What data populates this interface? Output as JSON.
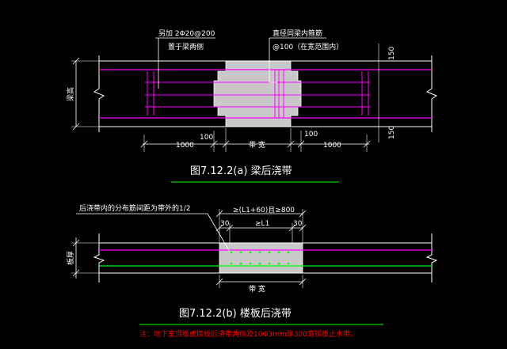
{
  "colors": {
    "background": "#000000",
    "line": "#ffffff",
    "rebar": "#ff00ff",
    "dim": "#ffffff",
    "green": "#00ff00",
    "fill": "#c8c8c8",
    "note": "#ff0000",
    "leader": "#ffffff"
  },
  "beam": {
    "label_extra": "另加 2Φ20@200",
    "label_place": "置于梁两侧",
    "label_same": "直径同梁内箍筋",
    "label_spacing": "@100（在宽范围内）",
    "depth_label": "梁高",
    "dim_150_top": "150",
    "dim_150_bottom": "150",
    "dim_100_left": "100",
    "dim_100_right": "100",
    "dim_1000_left": "1000",
    "dim_1000_right": "1000",
    "dim_band": "带 宽",
    "caption": "图7.12.2(a)   梁后浇带"
  },
  "slab": {
    "label_dist": "后浇带内的分布筋间距为带外的1/2",
    "dim_total": "≥(L1+60)且≥800",
    "dim_30_left": "30",
    "dim_l1": "≥L1",
    "dim_30_right": "30",
    "thickness_label": "板厚",
    "dim_band": "带 宽",
    "caption": "图7.12.2(b)   楼板后浇带",
    "note": "注：地下室顶板或底板后浇带两侧及10Φ3mm厚300宽钢板止水带。"
  }
}
